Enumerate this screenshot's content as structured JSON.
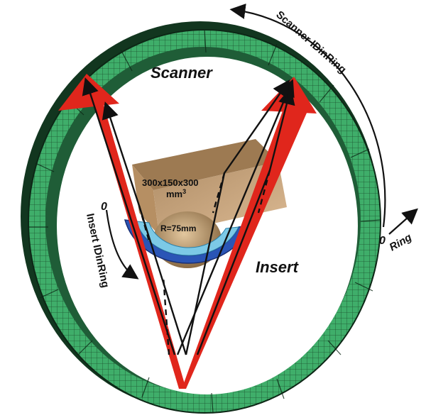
{
  "labels": {
    "scanner": "Scanner",
    "insert": "Insert",
    "scanner_ring_label": "Scanner IDinRing",
    "insert_ring_label": "Insert IDinRing",
    "ring": "Ring",
    "zero_scanner": "0",
    "zero_insert": "0",
    "phantom_dims_line1": "300x150x300",
    "phantom_dims_line2": "mm",
    "phantom_dims_sup": "3",
    "insert_radius": "R=75mm"
  },
  "colors": {
    "ring_face": "#3fae6a",
    "ring_side": "#1c5b33",
    "ring_inner": "#2a7a48",
    "arrow_red": "#e0261c",
    "arrow_black": "#111111",
    "phantom": "#c79f6e",
    "insert_outer": "#2a55b6",
    "insert_inner": "#7cc9e6",
    "head": "#b08a5a"
  }
}
